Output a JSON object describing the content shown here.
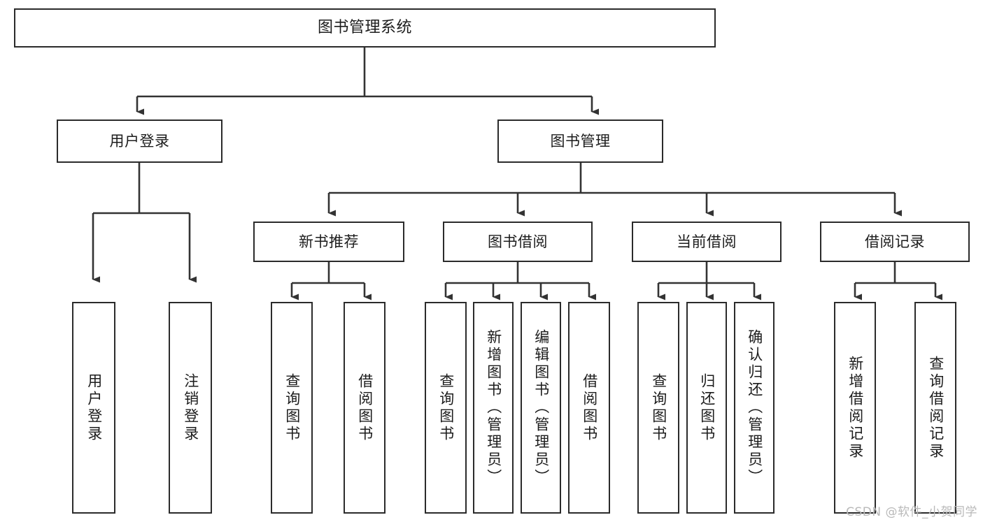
{
  "diagram": {
    "title": "图书管理系统",
    "type": "tree-hierarchy-chart",
    "colors": {
      "box_border": "#2b2b2b",
      "box_fill": "#ffffff",
      "connector": "#333333",
      "text": "#1c1c1c",
      "watermark": "#b9b9b9",
      "background": "#ffffff"
    },
    "root": {
      "label": "图书管理系统"
    },
    "level2": [
      {
        "label": "用户登录"
      },
      {
        "label": "图书管理"
      }
    ],
    "level3": [
      {
        "label": "新书推荐"
      },
      {
        "label": "图书借阅"
      },
      {
        "label": "当前借阅"
      },
      {
        "label": "借阅记录"
      }
    ],
    "leaves": {
      "user_login": [
        {
          "label": "用户登录"
        },
        {
          "label": "注销登录"
        }
      ],
      "new_book": [
        {
          "label": "查询图书"
        },
        {
          "label": "借阅图书"
        }
      ],
      "book_borrow": [
        {
          "label": "查询图书"
        },
        {
          "label": "新增图书（管理员）"
        },
        {
          "label": "编辑图书（管理员）"
        },
        {
          "label": "借阅图书"
        }
      ],
      "current_borrow": [
        {
          "label": "查询图书"
        },
        {
          "label": "归还图书"
        },
        {
          "label": "确认归还（管理员）"
        }
      ],
      "borrow_record": [
        {
          "label": "新增借阅记录"
        },
        {
          "label": "查询借阅记录"
        }
      ]
    },
    "watermark": "CSDN @软件_小贺同学"
  }
}
